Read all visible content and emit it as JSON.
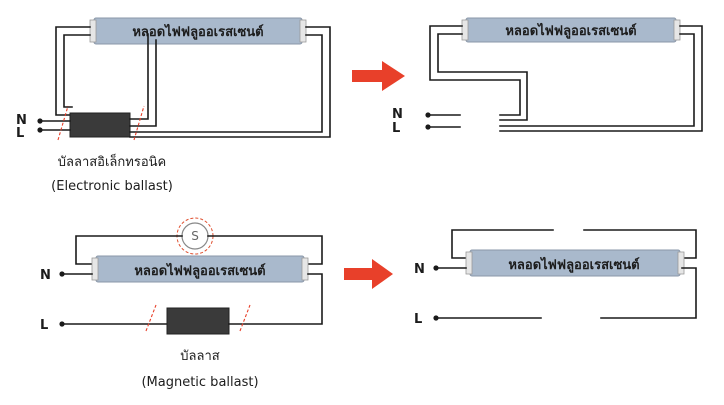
{
  "tube_label": "หลอดไฟฟลูออเรสเซนต์",
  "terminals": {
    "neutral": "N",
    "live": "L"
  },
  "electronic": {
    "caption_th": "บัลลาสอิเล็กทรอนิค",
    "caption_en": "(Electronic ballast)"
  },
  "magnetic": {
    "caption_th": "บัลลาส",
    "caption_en": "(Magnetic ballast)",
    "starter_symbol": "S"
  },
  "colors": {
    "tube_fill": "#a9b9cc",
    "ballast_fill": "#3a3a3a",
    "arrow": "#e8402a",
    "wire": "#1a1a1a",
    "starter_ring": "#e05030"
  }
}
